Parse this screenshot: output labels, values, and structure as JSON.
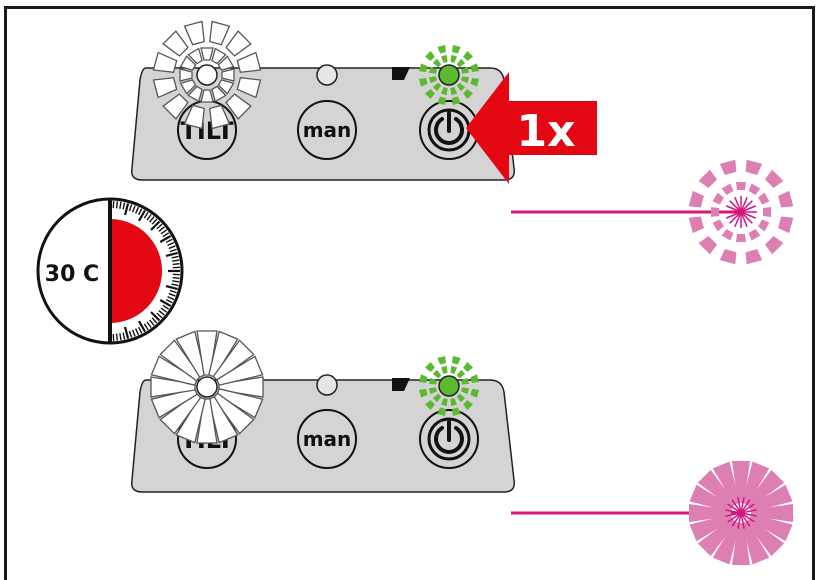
{
  "panel_top": {
    "buttons": [
      {
        "label": "TILT"
      },
      {
        "label": "man"
      },
      {
        "label": "power"
      }
    ],
    "press_badge": "1x"
  },
  "panel_bottom": {
    "buttons": [
      {
        "label": "TILT"
      },
      {
        "label": "man"
      },
      {
        "label": "power"
      }
    ]
  },
  "timer": {
    "label": "30 C",
    "filled_fraction": 0.5,
    "fill_color": "#e30613"
  },
  "colors": {
    "panel": "#d4d4d4",
    "led_green": "#5cb82f",
    "red_arrow": "#e30613",
    "laser_line": "#d6157f",
    "laser_burst": "#de7fb4",
    "white_burst_stroke": "#555555"
  }
}
